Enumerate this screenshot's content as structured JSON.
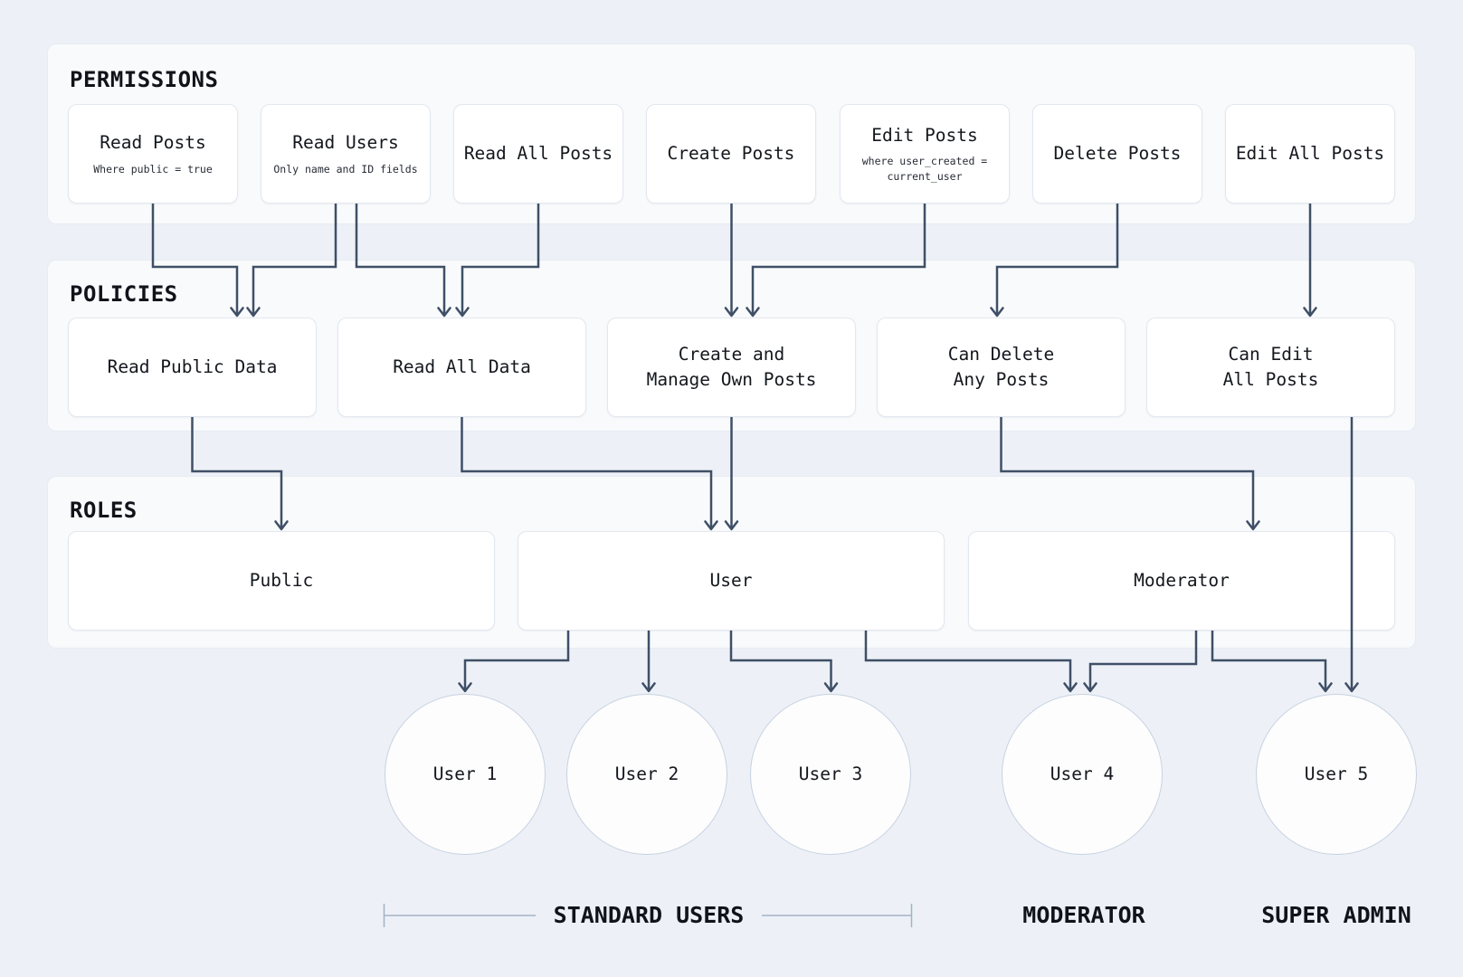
{
  "colors": {
    "background": "#edf1f7",
    "panel_fill": "#f8fafc",
    "panel_border": "#e7ecf2",
    "node_fill": "#ffffff",
    "node_border": "#e3e8ef",
    "connector": "#3f4f66",
    "bracket": "#a3b2c6",
    "text": "#14171d"
  },
  "permissions": {
    "title": "PERMISSIONS",
    "nodes": [
      {
        "id": "read-posts",
        "label": "Read Posts",
        "subtitle": "Where public = true"
      },
      {
        "id": "read-users",
        "label": "Read Users",
        "subtitle": "Only name and ID fields"
      },
      {
        "id": "read-all-posts",
        "label": "Read All Posts"
      },
      {
        "id": "create-posts",
        "label": "Create Posts"
      },
      {
        "id": "edit-posts",
        "label": "Edit Posts",
        "subtitle": "where user_created =\ncurrent_user"
      },
      {
        "id": "delete-posts",
        "label": "Delete Posts"
      },
      {
        "id": "edit-all-posts",
        "label": "Edit All Posts"
      }
    ]
  },
  "policies": {
    "title": "POLICIES",
    "nodes": [
      {
        "id": "read-public-data",
        "label": "Read Public Data"
      },
      {
        "id": "read-all-data",
        "label": "Read All Data"
      },
      {
        "id": "create-and-manage-own-posts",
        "label": "Create and\nManage Own Posts"
      },
      {
        "id": "can-delete-any-posts",
        "label": "Can Delete\nAny Posts"
      },
      {
        "id": "can-edit-all-posts",
        "label": "Can Edit\nAll Posts"
      }
    ]
  },
  "roles": {
    "title": "ROLES",
    "nodes": [
      {
        "id": "public",
        "label": "Public"
      },
      {
        "id": "user",
        "label": "User"
      },
      {
        "id": "moderator",
        "label": "Moderator"
      }
    ]
  },
  "users": [
    {
      "label": "User 1"
    },
    {
      "label": "User 2"
    },
    {
      "label": "User 3"
    },
    {
      "label": "User 4"
    },
    {
      "label": "User 5"
    }
  ],
  "groups": [
    {
      "label": "STANDARD USERS"
    },
    {
      "label": "MODERATOR"
    },
    {
      "label": "SUPER ADMIN"
    }
  ]
}
